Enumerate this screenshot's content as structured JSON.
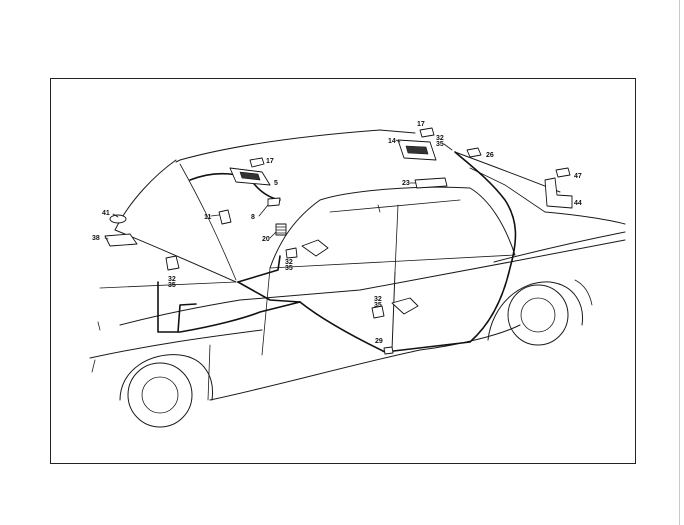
{
  "callouts": {
    "c17a": "17",
    "c5": "5",
    "c8": "8",
    "c11": "11",
    "c20": "20",
    "c41": "41",
    "c38": "38",
    "c32a": "32",
    "c35a": "35",
    "c32b": "32",
    "c35b": "35",
    "c32c": "32",
    "c35c": "35",
    "c32d": "32",
    "c35d": "35",
    "c29": "29",
    "c17b": "17",
    "c14": "14",
    "c26": "26",
    "c23": "23",
    "c47": "47",
    "c44": "44"
  }
}
